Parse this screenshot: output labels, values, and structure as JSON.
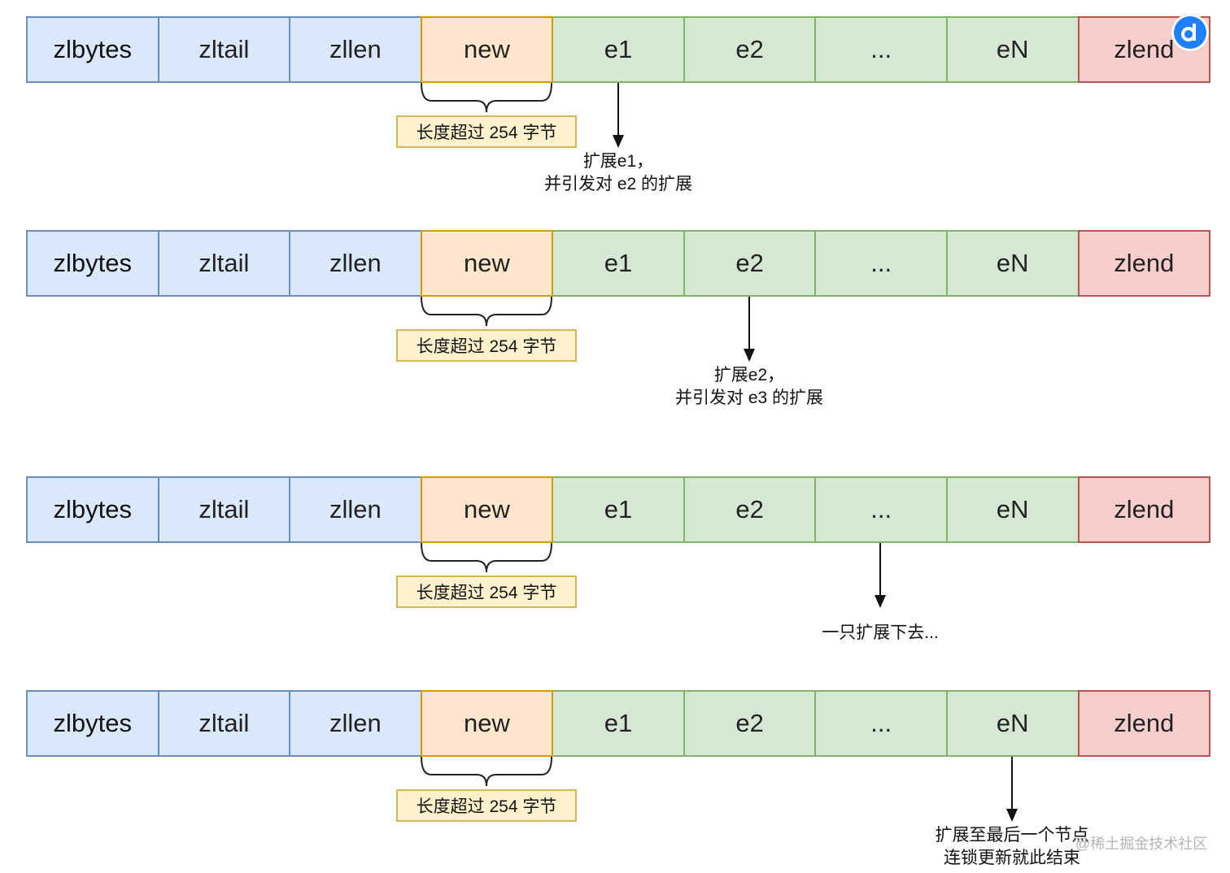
{
  "row_cells": [
    {
      "label": "zlbytes",
      "color": "#dae8fc"
    },
    {
      "label": "zltail",
      "color": "#dae8fc"
    },
    {
      "label": "zllen",
      "color": "#dae8fc"
    },
    {
      "label": "new",
      "color": "#ffe6cc"
    },
    {
      "label": "e1",
      "color": "#d5e8d4"
    },
    {
      "label": "e2",
      "color": "#d5e8d4"
    },
    {
      "label": "...",
      "color": "#d5e8d4"
    },
    {
      "label": "eN",
      "color": "#d5e8d4"
    },
    {
      "label": "zlend",
      "color": "#f8cecc"
    }
  ],
  "panels": [
    {
      "length_label": "长度超过 254 字节",
      "note_lines": [
        "扩展e1，",
        "并引发对 e2 的扩展"
      ]
    },
    {
      "length_label": "长度超过 254 字节",
      "note_lines": [
        "扩展e2，",
        "并引发对 e3 的扩展"
      ]
    },
    {
      "length_label": "长度超过 254 字节",
      "note_lines": [
        "一只扩展下去..."
      ]
    },
    {
      "length_label": "长度超过 254 字节",
      "note_lines": [
        "扩展至最后一个节点",
        "连锁更新就此结束"
      ]
    }
  ],
  "badge_icon": "juejin-logo-icon",
  "watermark": "@稀土掘金技术社区"
}
